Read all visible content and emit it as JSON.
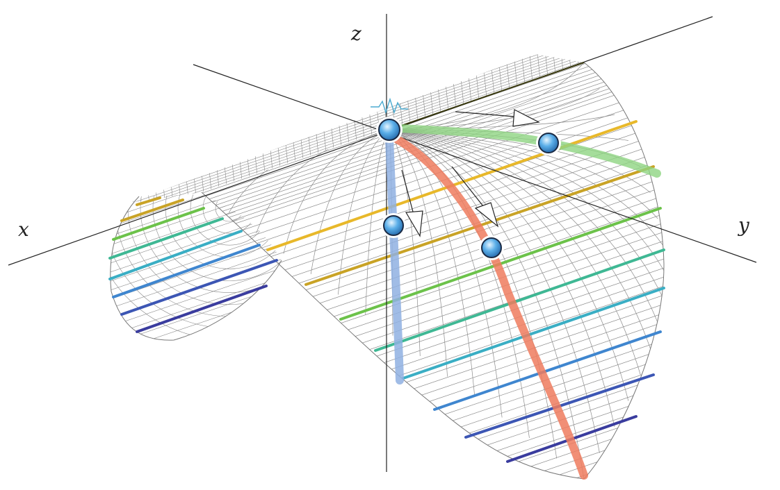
{
  "axes": {
    "z_label": "z",
    "x_label": "x",
    "y_label": "y"
  },
  "colors": {
    "level_lines": [
      "#e8b82a",
      "#c9a326",
      "#6cc24a",
      "#3fb894",
      "#3aaec4",
      "#3f86cf",
      "#3c56b4",
      "#3a3c9e"
    ],
    "path_blue": "#8fb0e2",
    "path_red": "#ef7b5e",
    "path_green": "#8fd482",
    "mesh": "#8a8a8a",
    "point_fill": "#5aaee8"
  },
  "icons": {
    "points": "sphere-marker",
    "arrows": "gradient-arrow",
    "squiggle": "zigzag-marker"
  }
}
